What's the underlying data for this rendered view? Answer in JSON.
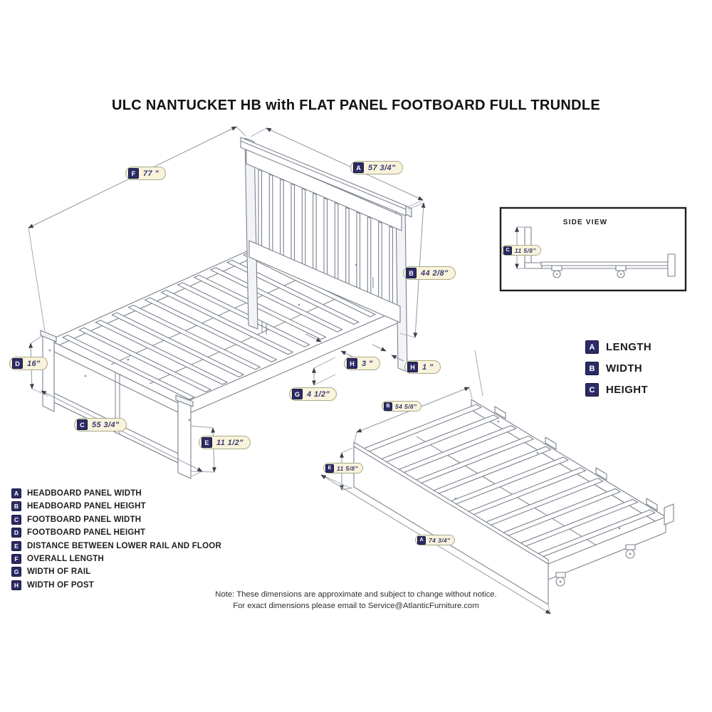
{
  "title": "ULC NANTUCKET HB with FLAT PANEL FOOTBOARD FULL TRUNDLE",
  "side_view": {
    "title": "SIDE VIEW"
  },
  "dims": [
    {
      "letter": "F",
      "value": "77 \""
    },
    {
      "letter": "A",
      "value": "57 3/4\""
    },
    {
      "letter": "B",
      "value": "44 2/8\""
    },
    {
      "letter": "D",
      "value": "16\""
    },
    {
      "letter": "H",
      "value": "3 \""
    },
    {
      "letter": "H",
      "value": "1 \""
    },
    {
      "letter": "G",
      "value": "4 1/2\""
    },
    {
      "letter": "C",
      "value": "55 3/4\""
    },
    {
      "letter": "E",
      "value": "11 1/2\""
    },
    {
      "letter": "B",
      "value": "54 5/8\""
    },
    {
      "letter": "E",
      "value": "11 5/8\""
    },
    {
      "letter": "A",
      "value": "74 3/4\""
    },
    {
      "letter": "C",
      "value": "11 5/8\""
    }
  ],
  "abc_legend": [
    {
      "letter": "A",
      "label": "LENGTH"
    },
    {
      "letter": "B",
      "label": "WIDTH"
    },
    {
      "letter": "C",
      "label": "HEIGHT"
    }
  ],
  "key_legend": [
    {
      "letter": "A",
      "label": "HEADBOARD PANEL WIDTH"
    },
    {
      "letter": "B",
      "label": "HEADBOARD PANEL HEIGHT"
    },
    {
      "letter": "C",
      "label": "FOOTBOARD PANEL WIDTH"
    },
    {
      "letter": "D",
      "label": "FOOTBOARD PANEL HEIGHT"
    },
    {
      "letter": "E",
      "label": "DISTANCE BETWEEN LOWER RAIL AND FLOOR"
    },
    {
      "letter": "F",
      "label": "OVERALL LENGTH"
    },
    {
      "letter": "G",
      "label": "WIDTH OF RAIL"
    },
    {
      "letter": "H",
      "label": "WIDTH OF POST"
    }
  ],
  "note": {
    "line1": "Note:  These dimensions are approximate and subject to change without notice.",
    "line2": "For exact dimensions please email to Service@AtlanticFurniture.com"
  },
  "colors": {
    "badge_navy": "#2c2b66",
    "pill_cream": "#f8f3da",
    "line_gray": "#7b828c"
  }
}
